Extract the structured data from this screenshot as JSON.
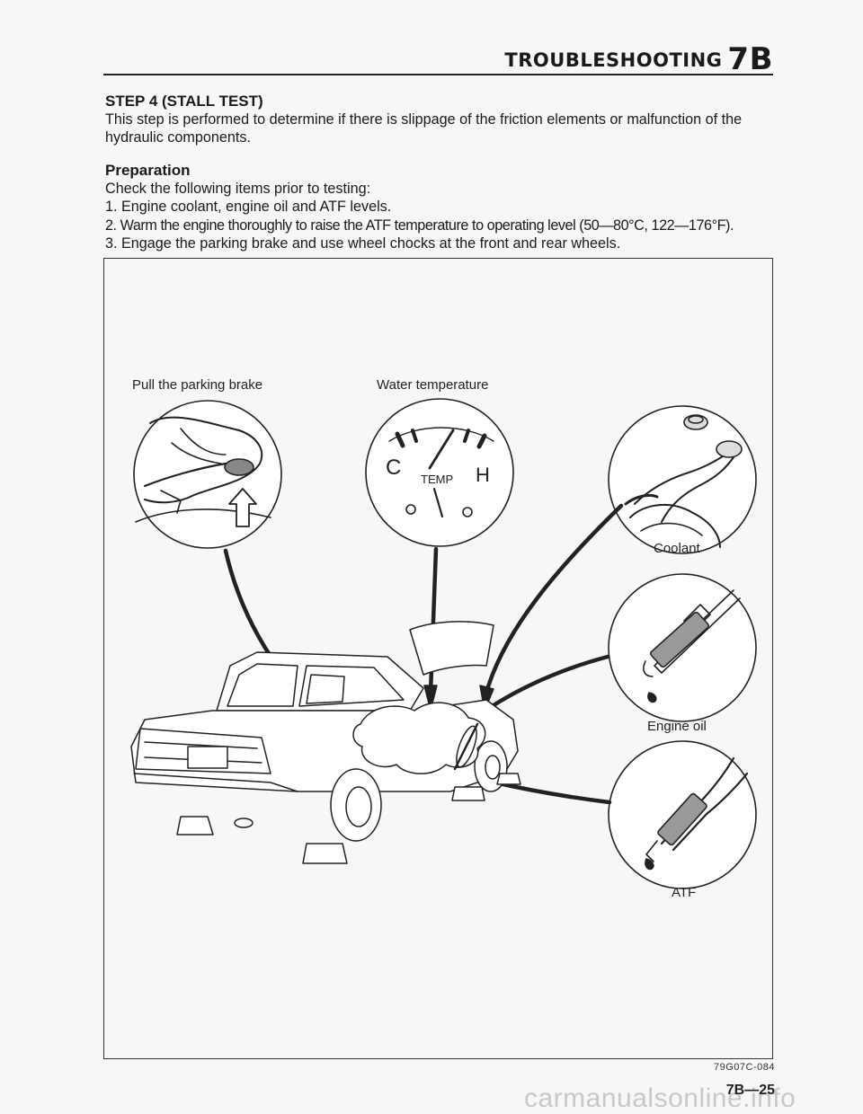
{
  "header": {
    "title": "TROUBLESHOOTING",
    "section": "7B"
  },
  "step": {
    "title": "STEP 4 (STALL TEST)",
    "description": "This step is performed to determine if there is slippage of the friction elements or malfunction of the hydraulic components."
  },
  "preparation": {
    "title": "Preparation",
    "intro": "Check the following items prior to testing:",
    "items": [
      "1. Engine coolant, engine oil and ATF levels.",
      "2. Warm the engine thoroughly to raise the ATF temperature to operating level (50—80°C, 122—176°F).",
      "3. Engage the parking brake and use wheel chocks at the front and rear wheels."
    ]
  },
  "figure": {
    "labels": {
      "parking_brake": "Pull the parking brake",
      "water_temp": "Water temperature",
      "coolant": "Coolant",
      "engine_oil": "Engine oil",
      "atf": "ATF"
    },
    "gauge": {
      "c": "C",
      "h": "H",
      "temp": "TEMP"
    },
    "code": "79G07C-084"
  },
  "footer": {
    "page": "7B—25",
    "watermark": "carmanualsonline.info"
  }
}
